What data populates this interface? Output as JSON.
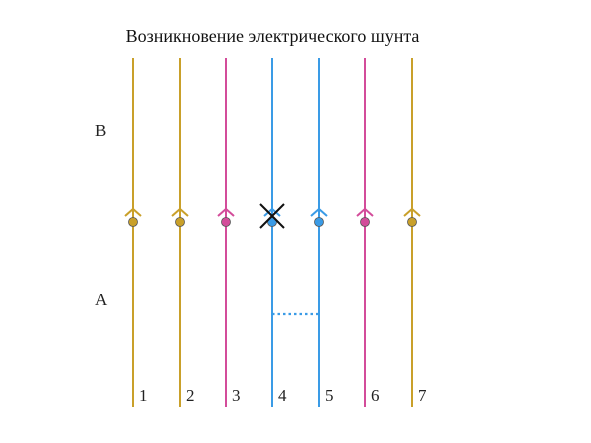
{
  "title": "Возникновение электрического шунта",
  "zones": {
    "upper": "B",
    "lower": "A"
  },
  "colors": {
    "gold": "#c9a02a",
    "pink": "#d34c9a",
    "blue": "#3a9be6",
    "cross": "#111111"
  },
  "wires": [
    {
      "label": "1",
      "color": "gold",
      "cut": false
    },
    {
      "label": "2",
      "color": "gold",
      "cut": false
    },
    {
      "label": "3",
      "color": "pink",
      "cut": false
    },
    {
      "label": "4",
      "color": "blue",
      "cut": true
    },
    {
      "label": "5",
      "color": "blue",
      "cut": false
    },
    {
      "label": "6",
      "color": "pink",
      "cut": false
    },
    {
      "label": "7",
      "color": "gold",
      "cut": false
    }
  ],
  "shunt": {
    "from": "4",
    "to": "5",
    "style": "dotted",
    "color": "blue"
  },
  "icons": {
    "marker": "chevron-junction-icon",
    "cut": "cross-icon"
  }
}
